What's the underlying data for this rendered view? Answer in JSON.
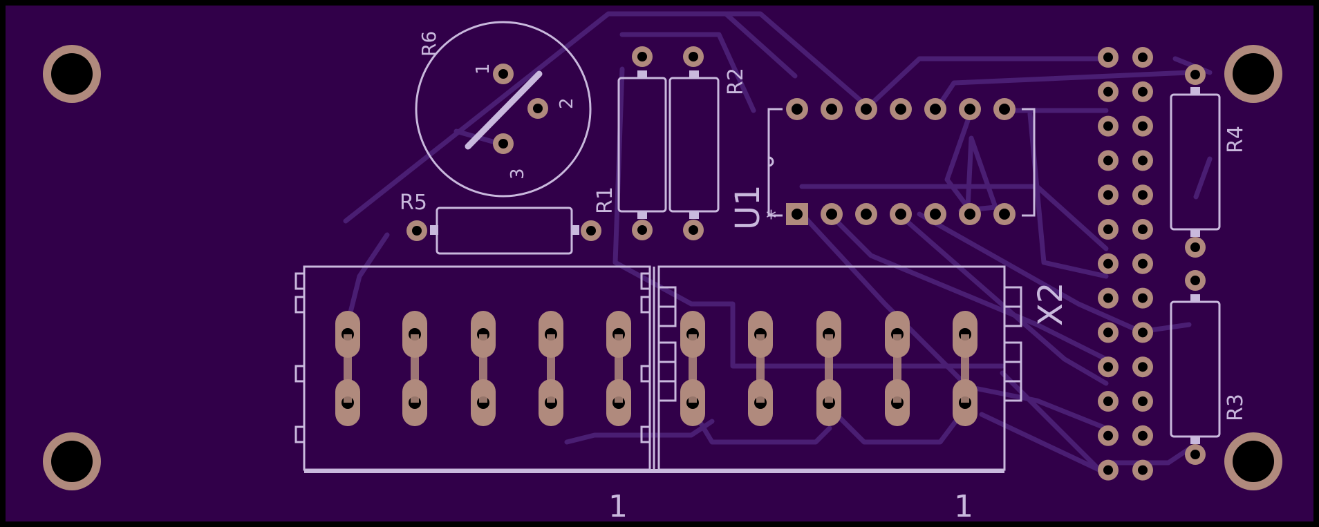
{
  "board": {
    "colors": {
      "board": "#310049",
      "trace": "#4a1e73",
      "silkscreen": "#c9b9dd",
      "pad": "#b08a7d",
      "drill": "#000000"
    },
    "labels": {
      "r6": "R6",
      "r6_pin1": "1",
      "r6_pin2": "2",
      "r6_pin3": "3",
      "r5": "R5",
      "r1": "R1",
      "r2": "R2",
      "u1": "U1",
      "u1_marker": "*",
      "x2": "X2",
      "r4": "R4",
      "r3": "R3",
      "conn_left_pin": "1",
      "conn_right_pin": "1"
    }
  }
}
